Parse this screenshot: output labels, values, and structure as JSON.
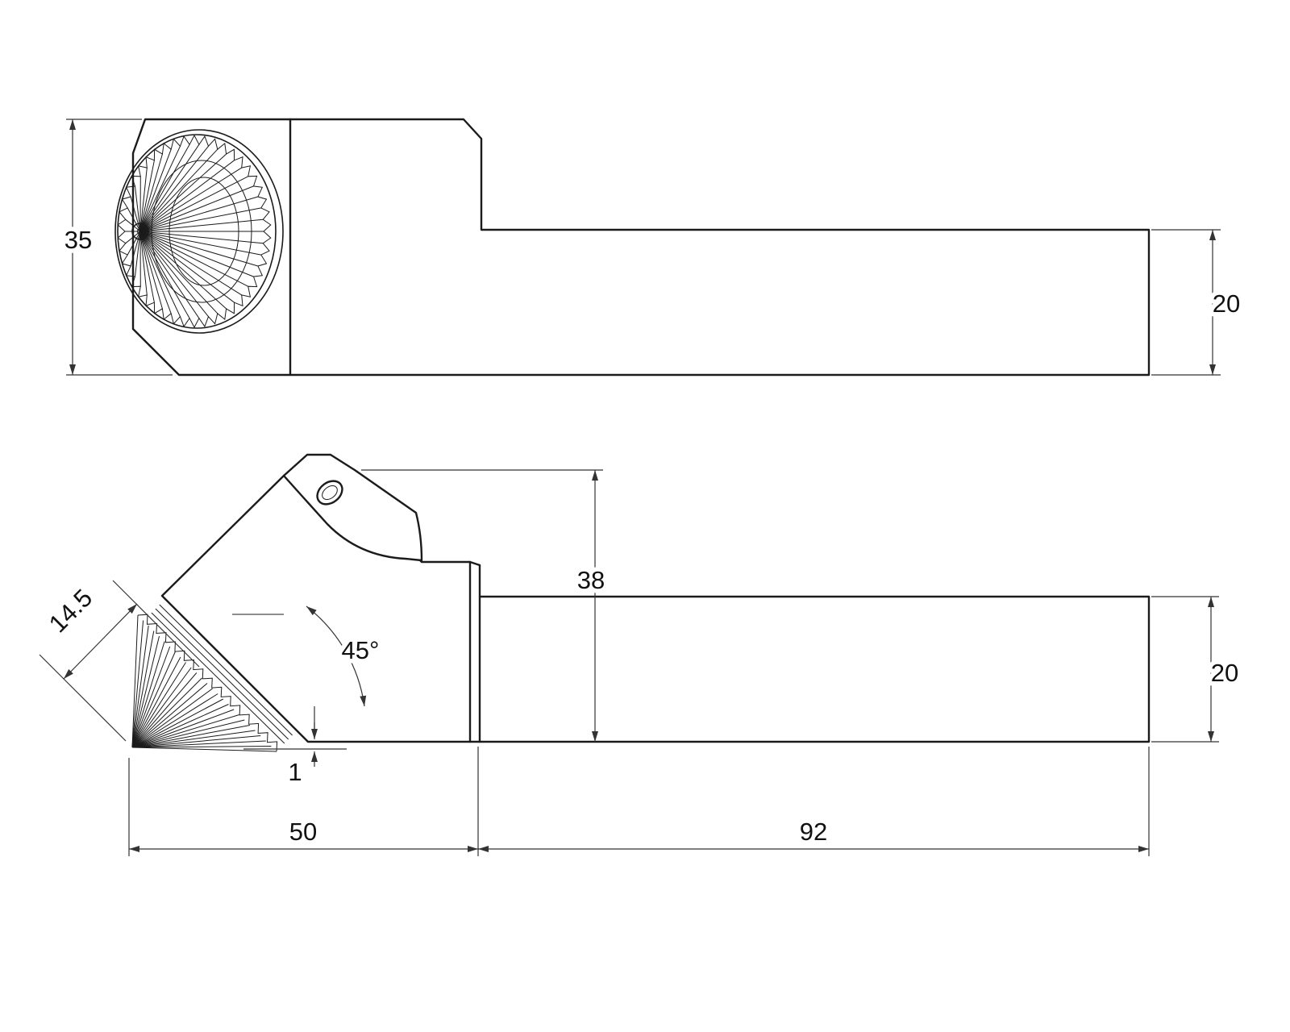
{
  "dimensions": {
    "top_view": {
      "overall_height": "35",
      "shank_height": "20"
    },
    "front_view": {
      "insert_width": "14.5",
      "lead_angle": "45°",
      "head_height": "38",
      "tip_protrusion": "1",
      "head_length": "50",
      "shank_length": "92",
      "shank_height": "20"
    }
  },
  "style": {
    "ink": "#1b1b1b",
    "dim_ink": "#333333",
    "paper": "#ffffff"
  }
}
